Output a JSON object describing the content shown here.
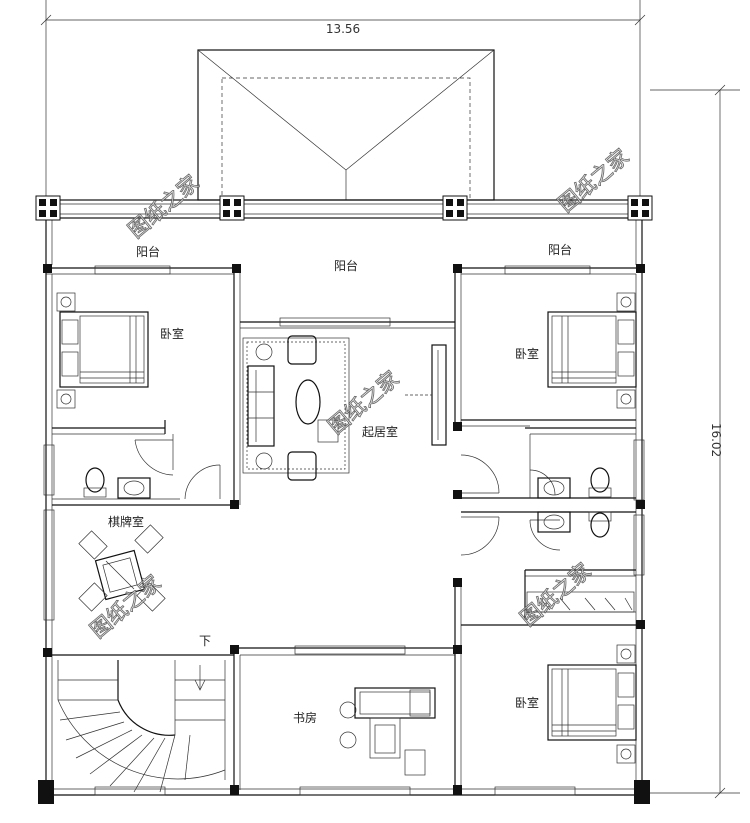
{
  "dimensions": {
    "width": "13.56",
    "height": "16.02"
  },
  "rooms": {
    "balcony_left": "阳台",
    "balcony_center": "阳台",
    "balcony_right": "阳台",
    "bedroom_left": "卧室",
    "bedroom_right_top": "卧室",
    "bedroom_right_bottom": "卧室",
    "living_room": "起居室",
    "card_room": "棋牌室",
    "study": "书房",
    "stair_down": "下"
  },
  "watermarks": [
    "图纸之家",
    "图纸之家",
    "图纸之家",
    "图纸之家",
    "图纸之家"
  ]
}
